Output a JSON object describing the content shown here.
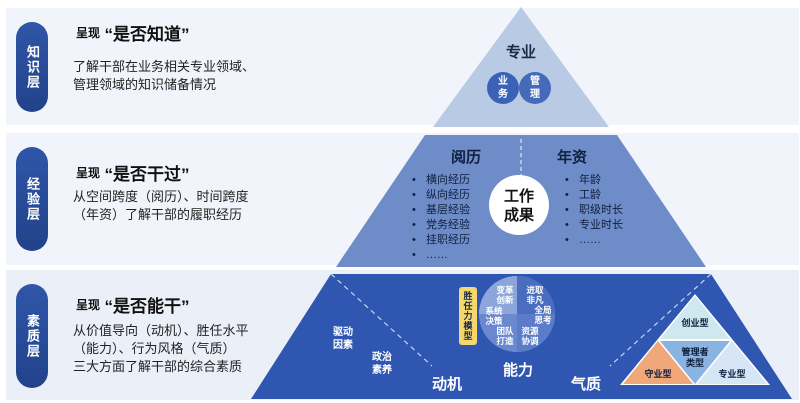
{
  "layers": [
    {
      "label": "知识层",
      "heading_prefix": "呈现",
      "heading_main": "“是否知道”",
      "description": [
        "了解干部在业务相关专业领域、",
        "管理领域的知识储备情况"
      ]
    },
    {
      "label": "经验层",
      "heading_prefix": "呈现",
      "heading_main": "“是否干过”",
      "description": [
        "从空间跨度（阅历）、时间跨度",
        "（年资）了解干部的履职经历"
      ]
    },
    {
      "label": "素质层",
      "heading_prefix": "呈现",
      "heading_main": "“是否能干”",
      "description": [
        "从价值导向（动机）、胜任水平",
        "（能力）、行为风格（气质）",
        "三大方面了解干部的综合素质"
      ]
    }
  ],
  "knowledge": {
    "title": "专业",
    "circle_left": [
      "业",
      "务"
    ],
    "circle_right": [
      "管",
      "理"
    ]
  },
  "experience": {
    "left_title": "阅历",
    "left_items": [
      "横向经历",
      "纵向经历",
      "基层经验",
      "党务经验",
      "挂职经历",
      "……"
    ],
    "right_title": "年资",
    "right_items": [
      "年龄",
      "工龄",
      "职级时长",
      "专业时长",
      "……"
    ],
    "center": [
      "工作",
      "成果"
    ]
  },
  "quality": {
    "motivation": {
      "label": "动机",
      "item1": [
        "驱动",
        "因素"
      ],
      "item2": [
        "政治",
        "素养"
      ]
    },
    "ability": {
      "label": "能力",
      "model_label": "胜任力模型",
      "segments": [
        [
          "进取",
          "非凡"
        ],
        [
          "全局",
          "思考"
        ],
        [
          "资源",
          "协调"
        ],
        [
          "团队",
          "打造"
        ],
        [
          "系统",
          "决策"
        ],
        [
          "变革",
          "创新"
        ]
      ]
    },
    "temperament": {
      "label": "气质",
      "types": [
        "创业型",
        "管理者",
        "类型",
        "守业型",
        "专业型"
      ]
    }
  },
  "colors": {
    "pill": "#2f56a8",
    "knowledge_triangle": "#b9cbe4",
    "experience_trapezoid": "#6e8cc8",
    "quality_trapezoid": "#2f56b0",
    "accent_circle": "#3b62b6"
  }
}
